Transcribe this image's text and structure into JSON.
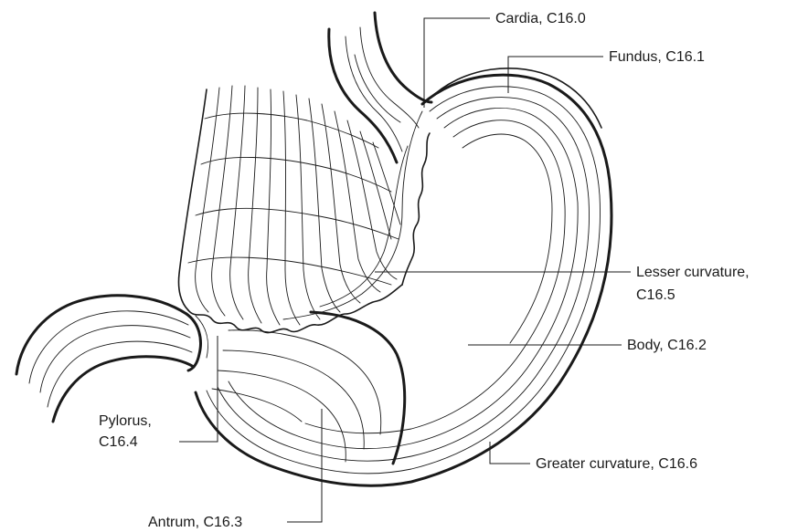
{
  "labels": {
    "cardia": "Cardia, C16.0",
    "fundus": "Fundus, C16.1",
    "lesser_line1": "Lesser curvature,",
    "lesser_line2": "C16.5",
    "body": "Body, C16.2",
    "pylorus_line1": "Pylorus,",
    "pylorus_line2": "C16.4",
    "greater": "Greater curvature, C16.6",
    "antrum": "Antrum, C16.3"
  },
  "colors": {
    "ink": "#1a1a1a",
    "background": "#ffffff"
  }
}
